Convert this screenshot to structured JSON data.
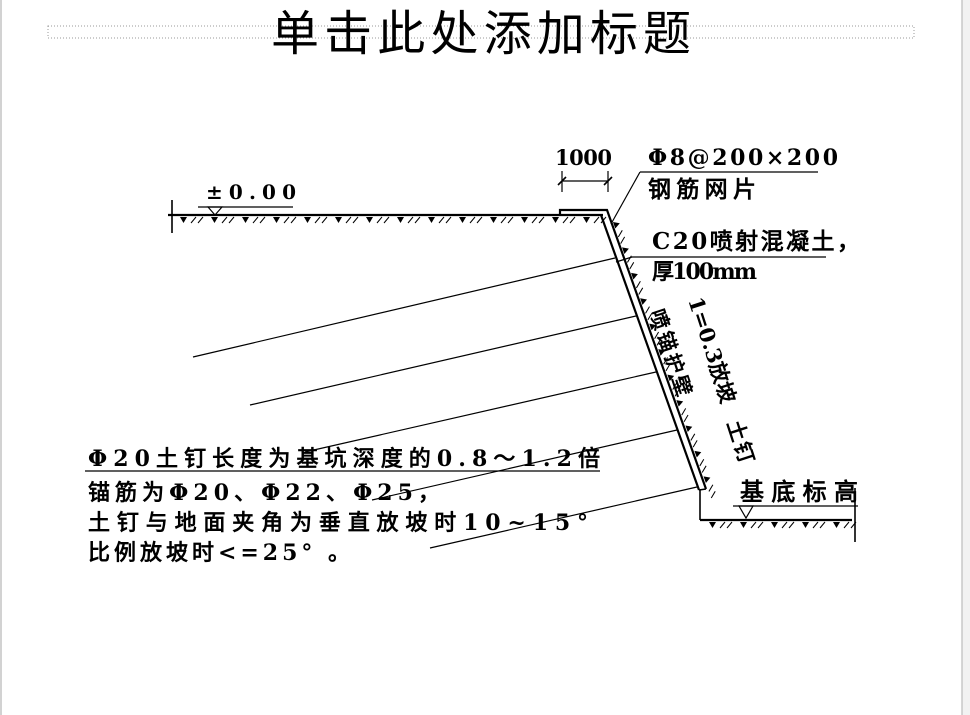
{
  "slide": {
    "title_placeholder": "单击此处添加标题"
  },
  "diagram": {
    "elevation_top": "±0.00",
    "lip_width": "1000",
    "mesh_spec": "Φ8@200×200",
    "mesh_label": "钢筋网片",
    "shotcrete_spec": "C20喷射混凝土，",
    "shotcrete_thickness": "厚100mm",
    "wall_label": "喷锚护壁",
    "slope_ratio": "1=0.3放坡",
    "nail_label": "土钉",
    "base_elevation": "基底标高",
    "notes": [
      "Φ20土钉长度为基坑深度的0.8～1.2倍",
      "锚筋为Φ20、Φ22、Φ25，",
      "土钉与地面夹角为垂直放坡时10~15°",
      "比例放坡时<=25° 。"
    ]
  },
  "colors": {
    "ink": "#000000",
    "background": "#ffffff",
    "frame": "#c8c8c8",
    "placeholder_border": "#9a9a9a"
  }
}
